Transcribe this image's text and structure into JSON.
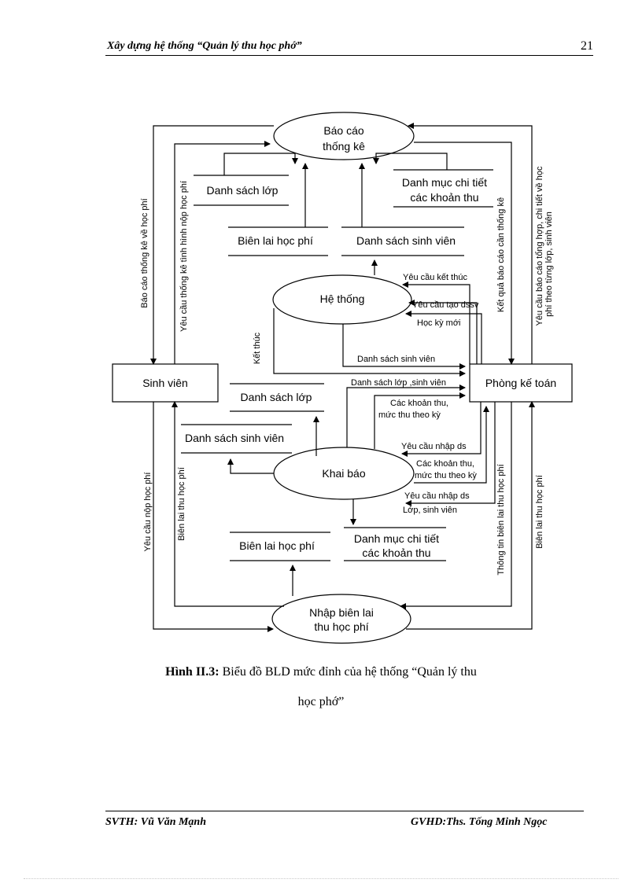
{
  "header": {
    "title": "Xây dựng hệ thống “Quản lý thu học phớ”",
    "page_number": "21"
  },
  "diagram": {
    "processes": {
      "bao_cao": [
        "Báo cáo",
        "thống kê"
      ],
      "he_thong": "Hệ thống",
      "khai_bao": "Khai báo",
      "nhap_bien_lai": [
        "Nhập biên lai",
        "thu học phí"
      ]
    },
    "entities": {
      "sinh_vien": "Sinh viên",
      "phong_ke_toan": "Phòng kế toán"
    },
    "data_stores": {
      "ds_lop_top": "Danh sách lớp",
      "danh_muc_top": [
        "Danh mục chi tiết",
        "các khoản thu"
      ],
      "bien_lai_top": "Biên lai học phí",
      "ds_sv_top": "Danh sách sinh viên",
      "ds_lop_mid": "Danh sách lớp",
      "ds_sv_mid": "Danh sách sinh viên",
      "bien_lai_bot": "Biên lai học phí",
      "danh_muc_bot": [
        "Danh mục chi tiết",
        "các khoản thu"
      ]
    },
    "flows": {
      "sv_bao_cao": "Báo cáo thống kê về học phí",
      "sv_yeu_cau_tk": "Yêu cầu thống kê tình hình nộp học phí",
      "kt_ket_qua": "Kết quả báo cáo cần thống kê",
      "kt_yeu_cau_bc": [
        "Yêu cầu báo cáo tổng hợp, chi tiết về học",
        "phí theo từng lớp, sinh viên"
      ],
      "yeu_cau_ket_thuc": "Yêu cầu kết thúc",
      "yeu_cau_tao_dssv": "Yêu cầu tạo dssv",
      "hoc_ky_moi": "Học kỳ mới",
      "ket_thuc": "Kết thúc",
      "ds_sinh_vien": "Danh sách sinh viên",
      "ds_lop_sinh_vien": "Danh sách lớp ,sinh viên",
      "cac_khoan_thu_1": [
        "Các khoản thu,",
        "mức thu theo kỳ"
      ],
      "yeu_cau_nhap_ds_1": "Yêu cầu nhập ds",
      "cac_khoan_thu_2": [
        "Các khoản thu,",
        "mức thu theo kỳ"
      ],
      "yeu_cau_nhap_ds_2": "Yêu cầu nhập ds",
      "lop_sinh_vien": "Lớp, sinh viên",
      "yeu_cau_nop": "Yêu cầu nộp học phí",
      "bien_lai_left": "Biên lai thu học phí",
      "thong_tin_bien_lai": "Thông tin biên lai  thu học phí",
      "bien_lai_right": "Biên lai thu học phí"
    }
  },
  "caption": {
    "label": "Hình II.3:",
    "text": " Biểu đồ BLD mức đỉnh của hệ thống “Quản lý thu",
    "line2": "học phớ”"
  },
  "footer": {
    "left": "SVTH: Vũ Văn Mạnh",
    "right": "GVHD:Ths. Tống Minh Ngọc"
  }
}
